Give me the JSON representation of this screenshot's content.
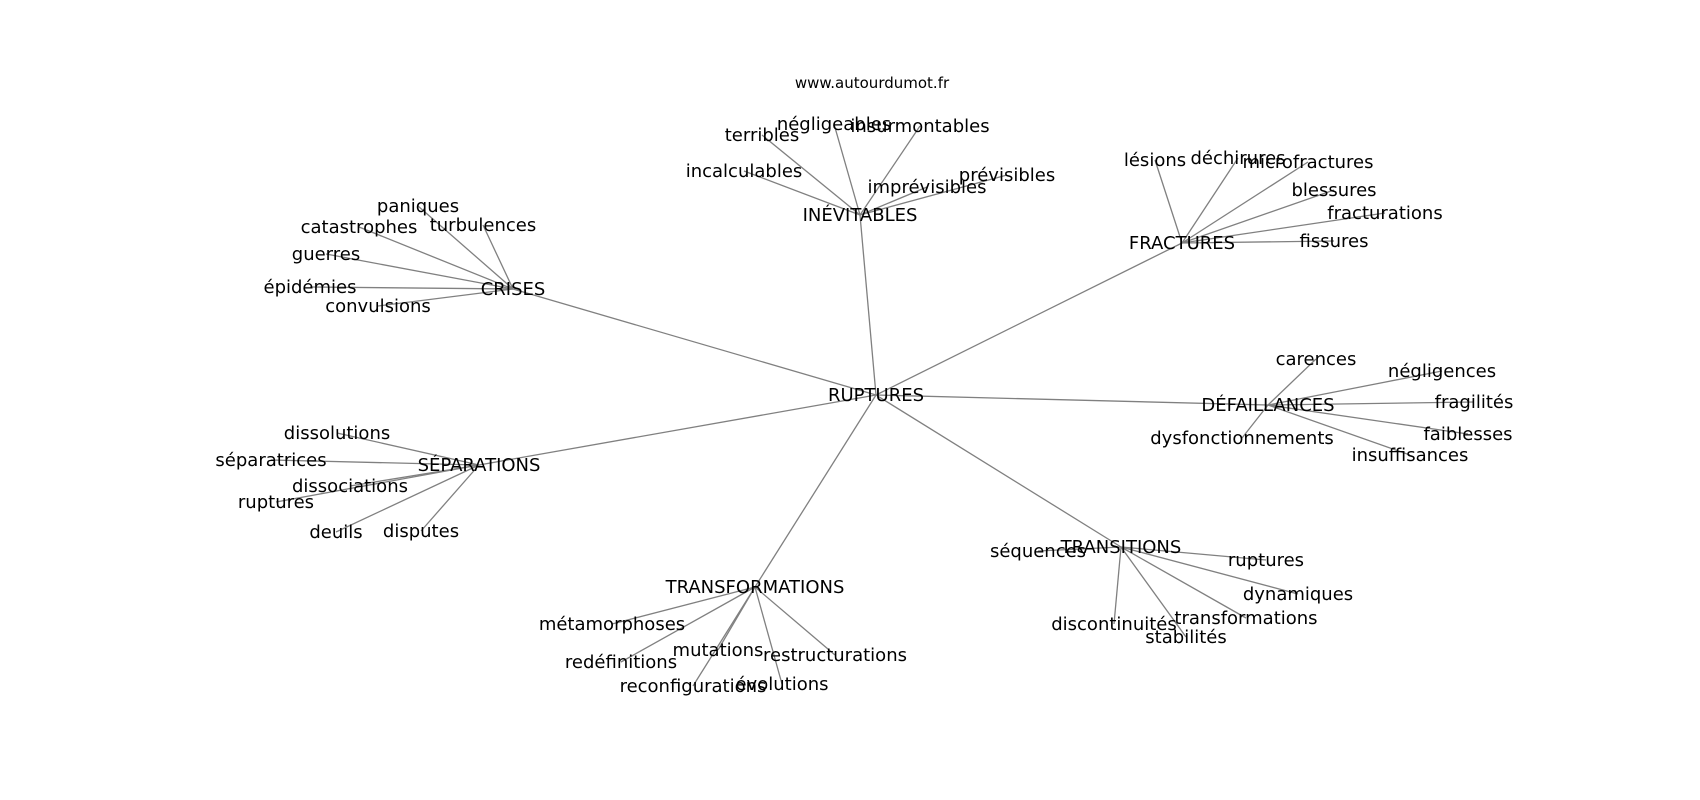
{
  "source": "www.autourdumot.fr",
  "edge_color": "#808080",
  "text_color": "#000000",
  "root": "RUPTURES",
  "clusters": [
    {
      "label": "INÉVITABLES",
      "children": [
        "négligeables",
        "insurmontables",
        "terribles",
        "incalculables",
        "prévisibles",
        "imprévisibles"
      ]
    },
    {
      "label": "FRACTURES",
      "children": [
        "lésions",
        "déchirures",
        "microfractures",
        "blessures",
        "fracturations",
        "fissures"
      ]
    },
    {
      "label": "CRISES",
      "children": [
        "paniques",
        "catastrophes",
        "turbulences",
        "guerres",
        "épidémies",
        "convulsions"
      ]
    },
    {
      "label": "DÉFAILLANCES",
      "children": [
        "carences",
        "négligences",
        "fragilités",
        "faiblesses",
        "insuffisances",
        "dysfonctionnements"
      ]
    },
    {
      "label": "SÉPARATIONS",
      "children": [
        "dissolutions",
        "séparatrices",
        "dissociations",
        "ruptures",
        "deuils",
        "disputes"
      ]
    },
    {
      "label": "TRANSITIONS",
      "children": [
        "séquences",
        "ruptures",
        "dynamiques",
        "transformations",
        "stabilités",
        "discontinuités"
      ]
    },
    {
      "label": "TRANSFORMATIONS",
      "children": [
        "métamorphoses",
        "redéfinitions",
        "mutations",
        "restructurations",
        "reconfigurations",
        "évolutions"
      ]
    }
  ]
}
